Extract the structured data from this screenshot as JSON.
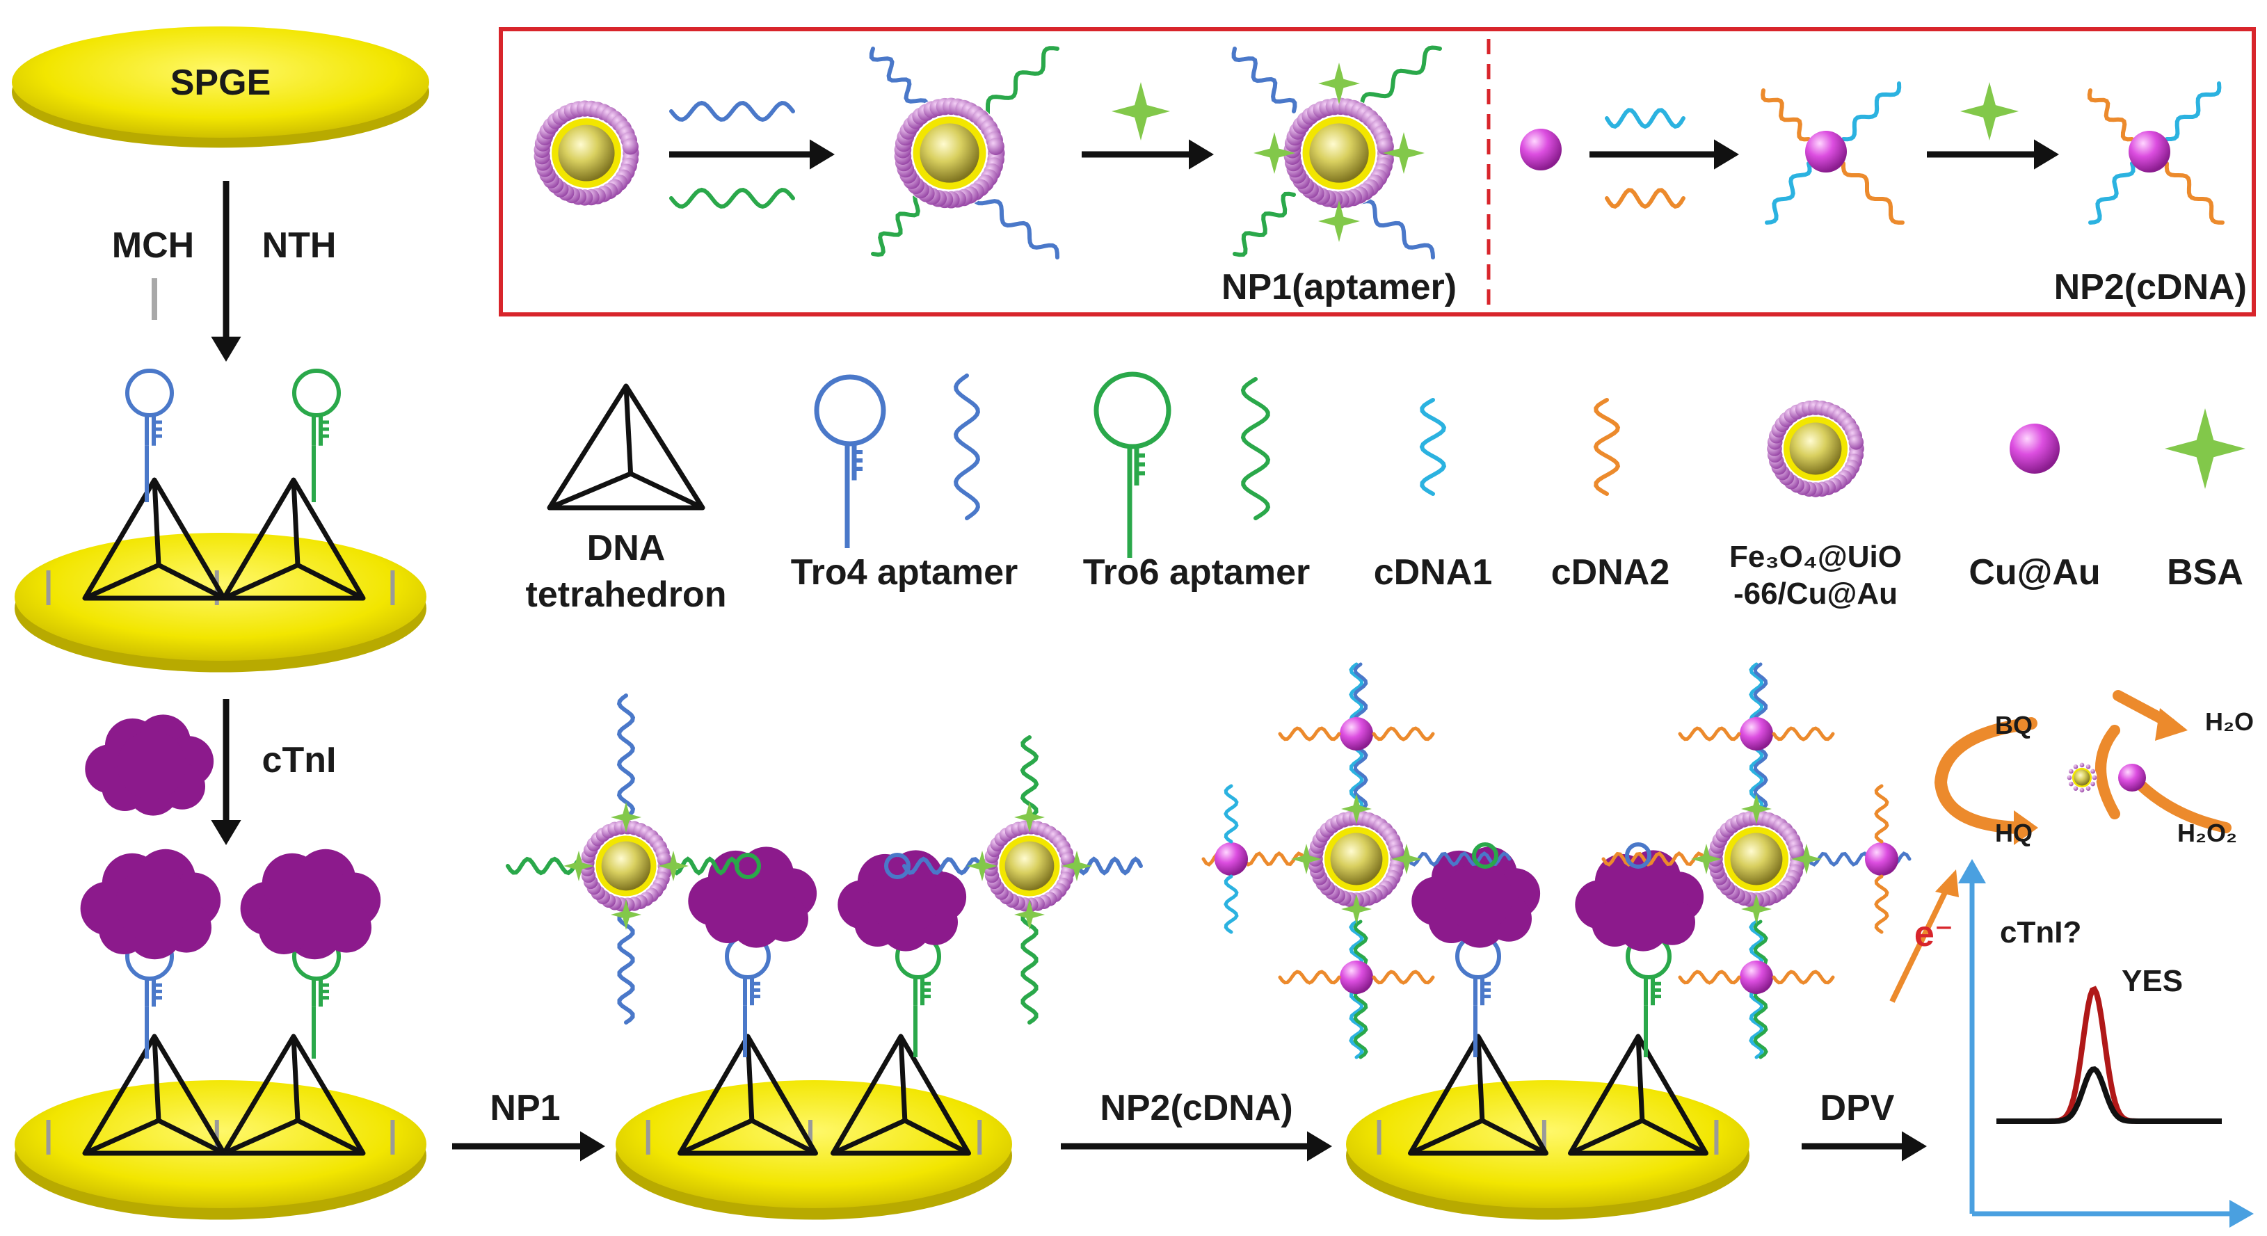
{
  "labels": {
    "spge": "SPGE",
    "mch": "MCH",
    "nth": "NTH",
    "ctni": "cTnI",
    "np1_title": "NP1(aptamer)",
    "np2_title": "NP2(cDNA)",
    "step_np1": "NP1",
    "step_np2": "NP2(cDNA)",
    "step_dpv": "DPV",
    "bq": "BQ",
    "hq": "HQ",
    "h2o": "H₂O",
    "h2o2": "H₂O₂",
    "electron": "e⁻",
    "ctni_q": "cTnI?",
    "yes": "YES"
  },
  "legend": [
    {
      "id": "dna-tetrahedron",
      "line1": "DNA",
      "line2": "tetrahedron"
    },
    {
      "id": "tro4-aptamer",
      "line1": "Tro4 aptamer",
      "line2": ""
    },
    {
      "id": "tro6-aptamer",
      "line1": "Tro6 aptamer",
      "line2": ""
    },
    {
      "id": "cdna1",
      "line1": "cDNA1",
      "line2": ""
    },
    {
      "id": "cdna2",
      "line1": "cDNA2",
      "line2": ""
    },
    {
      "id": "fe3o4-uio66-cu-au",
      "line1": "Fe₃O₄@UiO",
      "line2": "-66/Cu@Au"
    },
    {
      "id": "cu-au",
      "line1": "Cu@Au",
      "line2": ""
    },
    {
      "id": "bsa",
      "line1": "BSA",
      "line2": ""
    }
  ],
  "colors": {
    "electrode": "#f2e600",
    "tro4": "#4a78c9",
    "tro6": "#2aa84a",
    "cdna1": "#2bb2e0",
    "cdna2": "#ec8a2c",
    "bsa": "#82c84a",
    "cu_au": "#d24ad6",
    "ctni_protein": "#8c1a8c",
    "inset_border": "#d8252b",
    "dpv_peak": "#b01818",
    "axis": "#4aa0e0"
  }
}
